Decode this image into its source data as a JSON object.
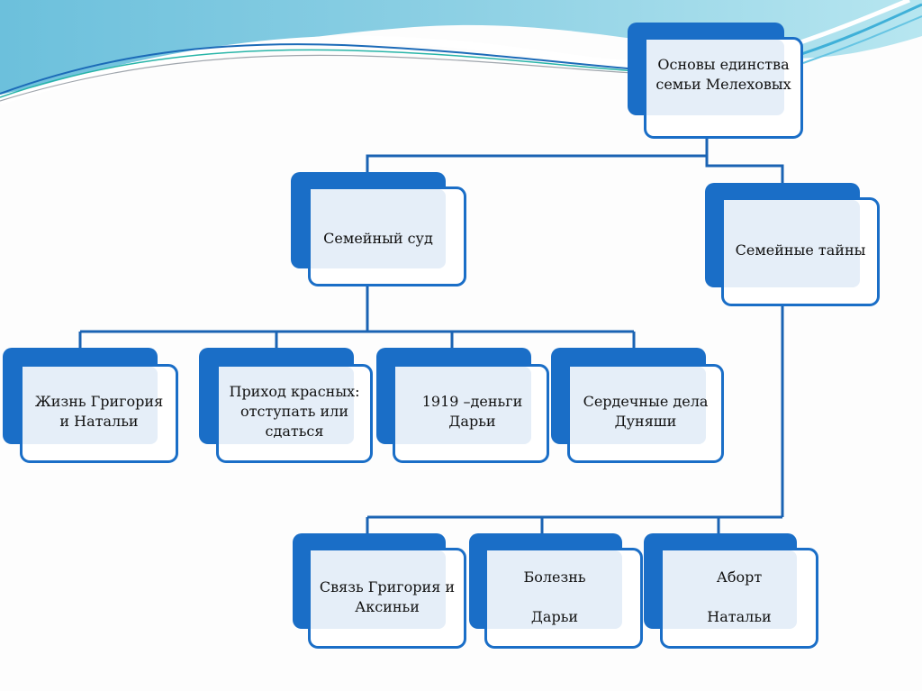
{
  "diagram": {
    "type": "hierarchy",
    "root": {
      "label": "Основы единства\nсемьи Мелеховых"
    },
    "branches": [
      {
        "label": "Семейный суд",
        "children": [
          {
            "label": "Жизнь Григория\nи Натальи"
          },
          {
            "label": "Приход красных:\nотступать или\nсдаться"
          },
          {
            "label": "1919 –деньги\nДарьи"
          },
          {
            "label": "Сердечные дела\nДуняши"
          }
        ]
      },
      {
        "label": "Семейные тайны",
        "children": [
          {
            "label": "Связь Григория и\nАксиньи"
          },
          {
            "label": "Болезнь\n\nДарьи"
          },
          {
            "label": "Аборт\n\nНатальи"
          }
        ]
      }
    ]
  },
  "colors": {
    "node_accent": "#1a6ec7",
    "node_fill": "#e5eef8",
    "connector": "#1a63b3",
    "wave_light": "#9fd9ea",
    "wave_dark": "#4ab3d8"
  }
}
